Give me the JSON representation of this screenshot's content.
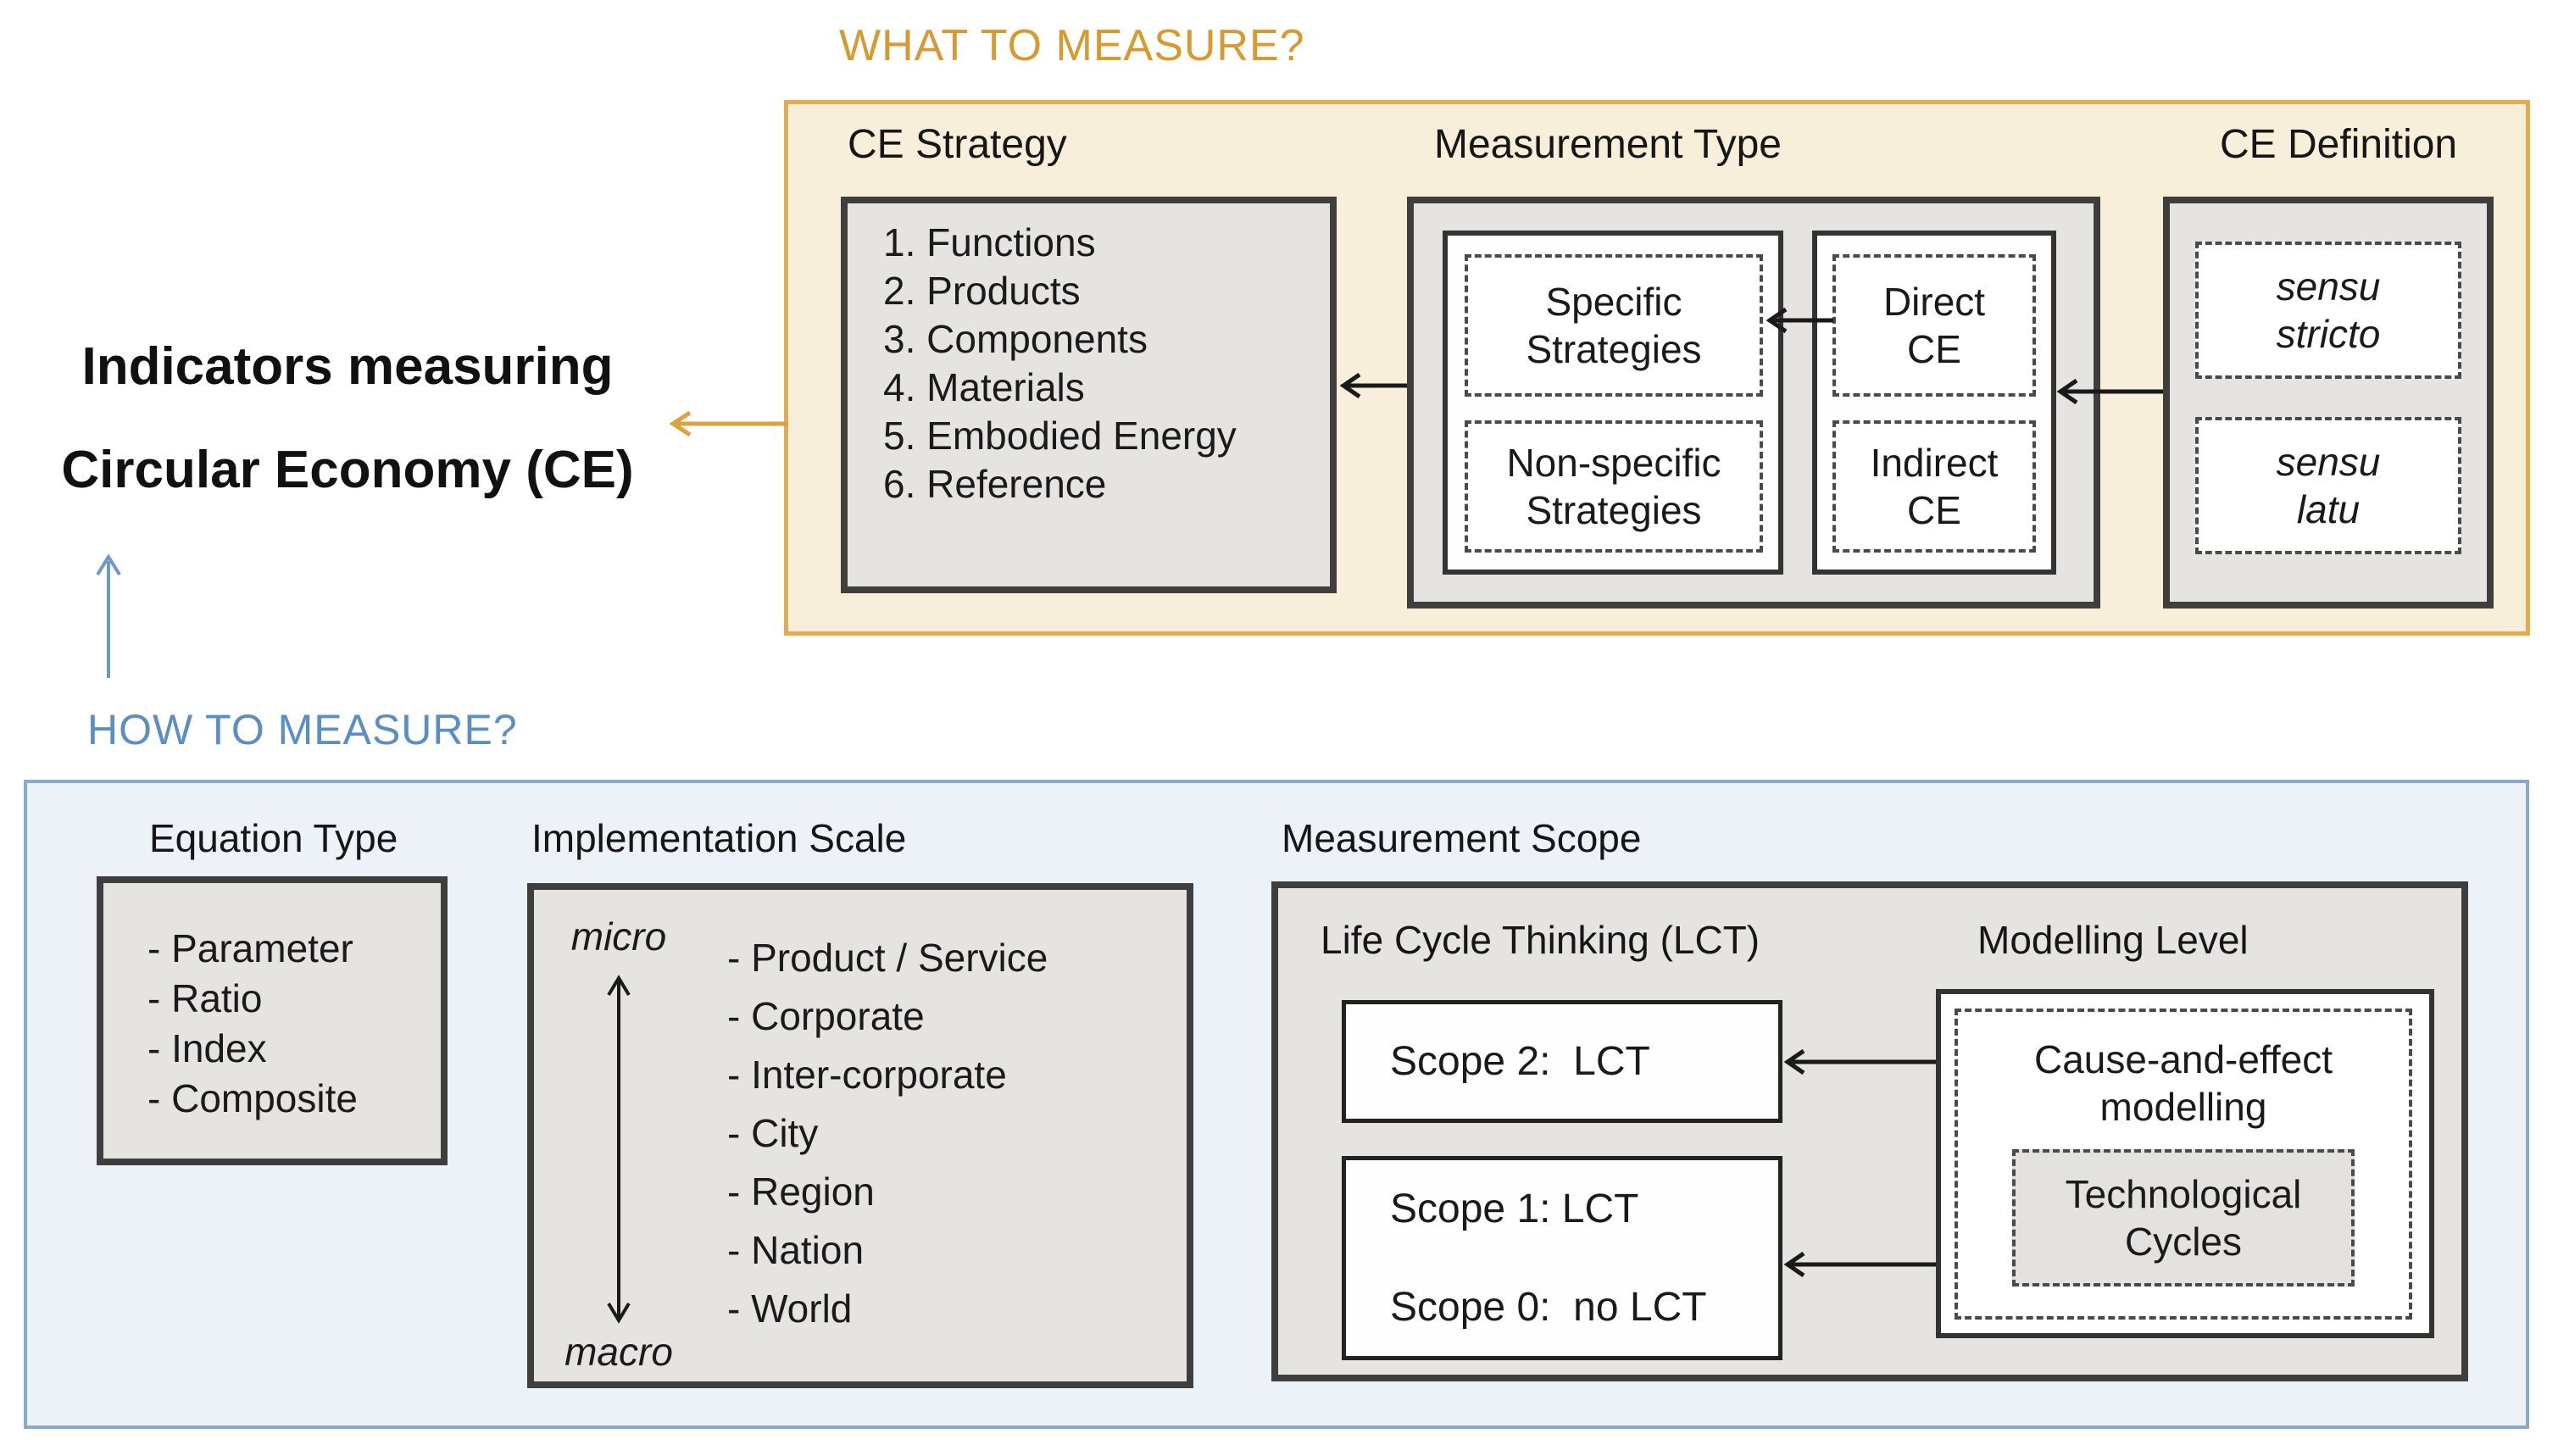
{
  "palette": {
    "orange_text": "#d8992f",
    "orange_border": "#e3ad4e",
    "cream_bg": "#f8efdb",
    "blue_text": "#5b8fc3",
    "blue_border": "#87aac6",
    "blue_bg": "#edf1f8",
    "gray_bg": "#e5e4e0",
    "dark_border": "#3e3e3e",
    "arrow_black": "#1a1a1a"
  },
  "main_title": {
    "text": "Indicators measuring\nCircular Economy (CE)"
  },
  "what_section": {
    "label": "WHAT TO MEASURE?",
    "ce_strategy": {
      "title": "CE Strategy",
      "items": [
        "1. Functions",
        "2. Products",
        "3. Components",
        "4. Materials",
        "5. Embodied Energy",
        "6. Reference"
      ]
    },
    "measurement_type": {
      "title": "Measurement Type",
      "specific": "Specific\nStrategies",
      "non_specific": "Non-specific\nStrategies",
      "direct": "Direct\nCE",
      "indirect": "Indirect\nCE"
    },
    "ce_definition": {
      "title": "CE Definition",
      "sensu_stricto": "sensu\nstricto",
      "sensu_latu": "sensu\nlatu"
    }
  },
  "how_section": {
    "label": "HOW TO MEASURE?",
    "equation_type": {
      "title": "Equation Type",
      "items": [
        "- Parameter",
        "- Ratio",
        "- Index",
        "- Composite"
      ]
    },
    "implementation_scale": {
      "title": "Implementation Scale",
      "micro_label": "micro",
      "macro_label": "macro",
      "items": [
        "- Product / Service",
        "- Corporate",
        "- Inter-corporate",
        "- City",
        "- Region",
        "- Nation",
        "- World"
      ]
    },
    "measurement_scope": {
      "title": "Measurement Scope",
      "lct_title": "Life Cycle Thinking (LCT)",
      "modelling_title": "Modelling Level",
      "scope2": "Scope 2:  LCT",
      "scope1": "Scope 1: LCT",
      "scope0": "Scope 0:  no LCT",
      "cause_effect": "Cause-and-effect\nmodelling",
      "tech_cycles": "Technological\nCycles"
    }
  }
}
